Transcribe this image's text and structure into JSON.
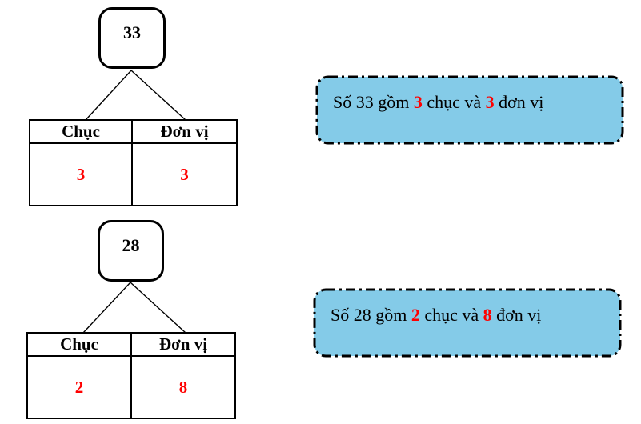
{
  "colors": {
    "callout_fill": "#84cbe8",
    "value_red": "#ff0000",
    "line_color": "#000000"
  },
  "figures": [
    {
      "number": "33",
      "table": {
        "headers": [
          "Chục",
          "Đơn vị"
        ],
        "values": [
          "3",
          "3"
        ]
      },
      "callout": {
        "text_before": "Số 33 gồm ",
        "tens_value": "3",
        "text_middle": " chục và ",
        "units_value": "3",
        "text_after": " đơn vị"
      }
    },
    {
      "number": "28",
      "table": {
        "headers": [
          "Chục",
          "Đơn vị"
        ],
        "values": [
          "2",
          "8"
        ]
      },
      "callout": {
        "text_before": "Số 28 gồm ",
        "tens_value": "2",
        "text_middle": " chục và ",
        "units_value": "8",
        "text_after": " đơn vị"
      }
    }
  ]
}
